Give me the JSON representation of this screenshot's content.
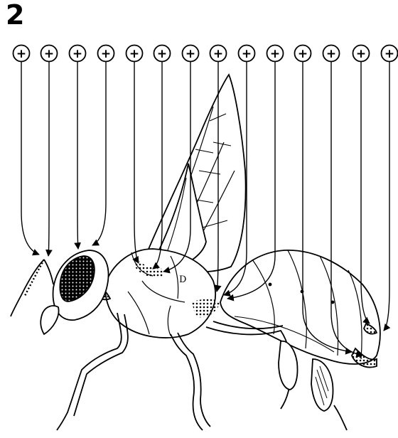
{
  "figure": {
    "number": "2",
    "marker_symbol": "+",
    "marker_count": 14,
    "line_color": "#000000",
    "background": "#ffffff"
  },
  "markers": [
    {
      "id": "m1",
      "symbol": "+"
    },
    {
      "id": "m2",
      "symbol": "+"
    },
    {
      "id": "m3",
      "symbol": "+"
    },
    {
      "id": "m4",
      "symbol": "+"
    },
    {
      "id": "m5",
      "symbol": "+"
    },
    {
      "id": "m6",
      "symbol": "+"
    },
    {
      "id": "m7",
      "symbol": "+"
    },
    {
      "id": "m8",
      "symbol": "+"
    },
    {
      "id": "m9",
      "symbol": "+"
    },
    {
      "id": "m10",
      "symbol": "+"
    },
    {
      "id": "m11",
      "symbol": "+"
    },
    {
      "id": "m12",
      "symbol": "+"
    },
    {
      "id": "m13",
      "symbol": "+"
    },
    {
      "id": "m14",
      "symbol": "+"
    }
  ],
  "wing_cell_letter": "D"
}
